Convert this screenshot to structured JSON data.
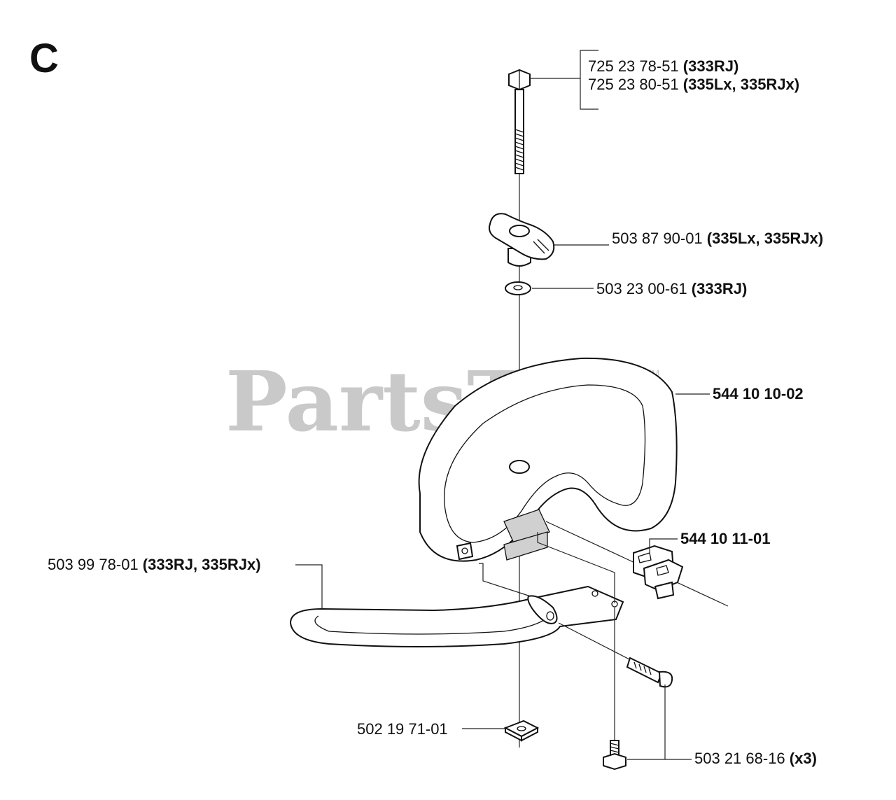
{
  "section_label": "C",
  "watermark": {
    "text": "PartsTree",
    "trademark": "TM"
  },
  "callouts": {
    "bolt_a": {
      "number": "725 23 78-51",
      "models": "(333RJ)"
    },
    "bolt_b": {
      "number": "725 23 80-51",
      "models": "(335Lx, 335RJx)"
    },
    "knob": {
      "number": "503 87 90-01",
      "models": "(335Lx, 335RJx)"
    },
    "washer": {
      "number": "503 23 00-61",
      "models": "(333RJ)"
    },
    "handle": {
      "number": "544 10 10-02"
    },
    "clamp": {
      "number": "544 10 11-01"
    },
    "guard_bar": {
      "number": "503 99 78-01",
      "models": "(333RJ, 335RJx)"
    },
    "square_nut": {
      "number": "502 19 71-01"
    },
    "screw": {
      "number": "503 21 68-16",
      "models": "(x3)"
    }
  },
  "icons": [
    "bolt-icon",
    "wing-knob-icon",
    "washer-icon",
    "loop-handle-icon",
    "clamp-icon",
    "guard-bar-icon",
    "square-nut-icon",
    "screw-icon"
  ]
}
